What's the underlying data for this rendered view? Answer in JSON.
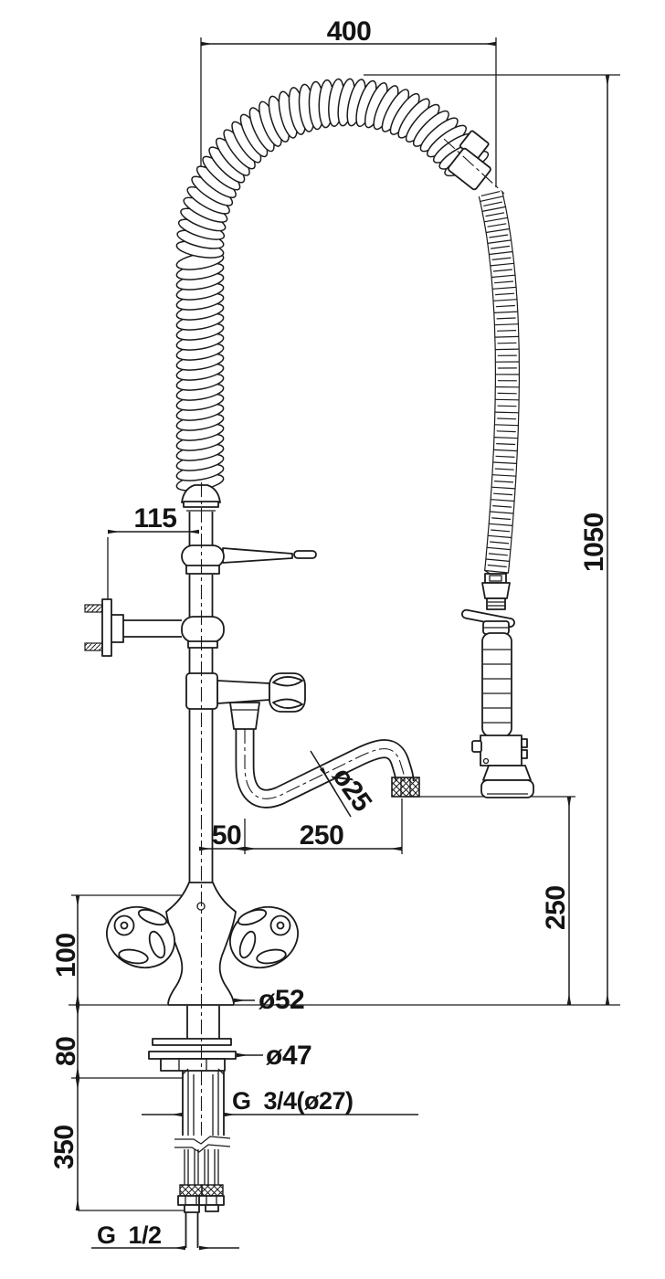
{
  "drawing": {
    "type": "technical-dimension-drawing",
    "subject": "pre-rinse spray faucet with swing spout",
    "colors": {
      "line": "#1b1b1b",
      "background": "#ffffff"
    },
    "dims": {
      "top_width": "400",
      "total_height": "1050",
      "bracket_offset": "115",
      "spout_diameter": "ø25",
      "spout_offset": "50",
      "spout_reach": "250",
      "gun_clearance": "250",
      "body_height": "100",
      "body_diameter": "ø52",
      "shank_height": "80",
      "flange_diameter": "ø47",
      "shank_thread": "G  3/4(ø27)",
      "hose_drop": "350",
      "inlet_thread": "G  1/2"
    }
  }
}
